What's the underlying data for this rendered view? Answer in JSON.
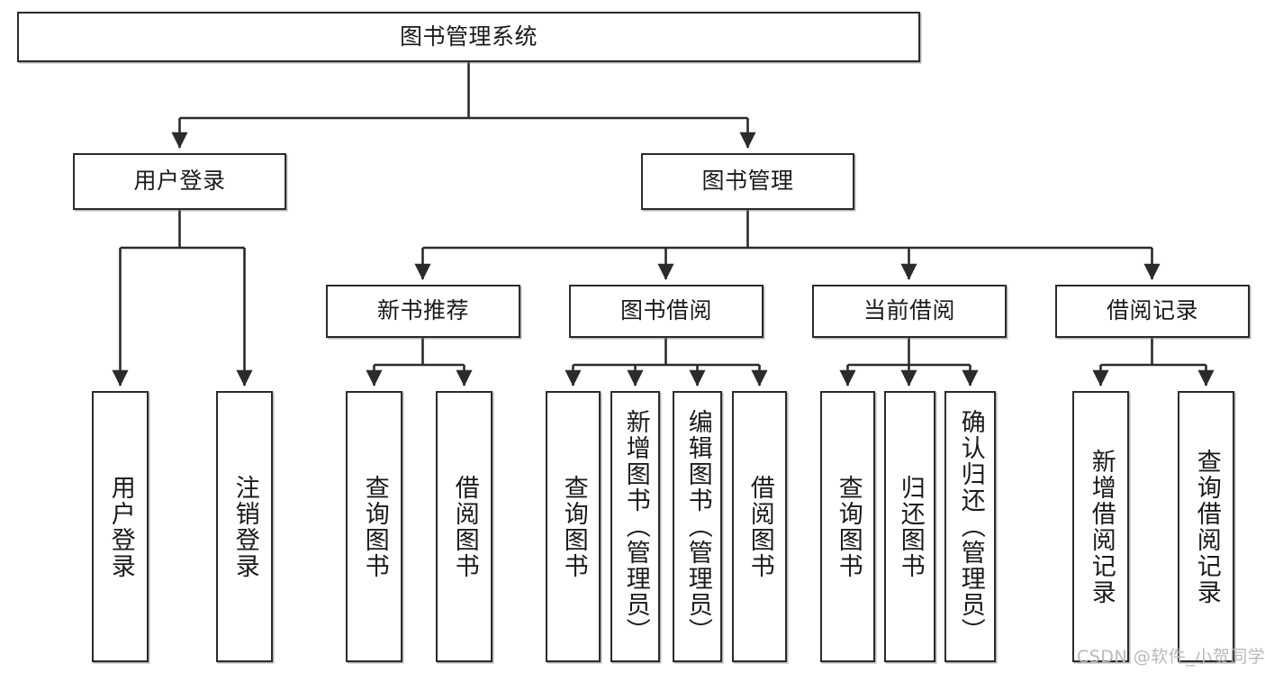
{
  "diagram": {
    "type": "tree",
    "title": "图书管理系统",
    "root": {
      "label": "图书管理系统"
    },
    "level2": [
      {
        "label": "用户登录"
      },
      {
        "label": "图书管理"
      }
    ],
    "level3": [
      {
        "label": "新书推荐"
      },
      {
        "label": "图书借阅"
      },
      {
        "label": "当前借阅"
      },
      {
        "label": "借阅记录"
      }
    ],
    "leaves": {
      "user_login": [
        {
          "label": "用户登录"
        },
        {
          "label": "注销登录"
        }
      ],
      "new_book": [
        {
          "label": "查询图书"
        },
        {
          "label": "借阅图书"
        }
      ],
      "book_borrow": [
        {
          "label": "查询图书"
        },
        {
          "label": "新增图书（管理员）"
        },
        {
          "label": "编辑图书（管理员）"
        },
        {
          "label": "借阅图书"
        }
      ],
      "current_borrow": [
        {
          "label": "查询图书"
        },
        {
          "label": "归还图书"
        },
        {
          "label": "确认归还（管理员）"
        }
      ],
      "borrow_record": [
        {
          "label": "新增借阅记录"
        },
        {
          "label": "查询借阅记录"
        }
      ]
    }
  },
  "watermark": {
    "text": "CSDN @软件_小贺同学"
  },
  "colors": {
    "stroke": "#2b2b2b",
    "background": "#ffffff",
    "text": "#1a1a1a",
    "watermark": "#b9b9b9"
  }
}
